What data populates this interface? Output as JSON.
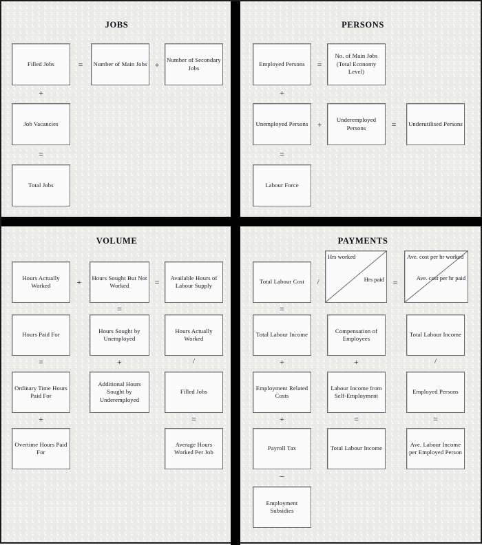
{
  "figure": {
    "background_color": "#ebece8",
    "box_fill": "#fbfbfb",
    "box_border": "#6e6e72",
    "divider_color": "#000000"
  },
  "quadrants": {
    "jobs": {
      "title": "JOBS",
      "boxes": {
        "filled_jobs": "Filled Jobs",
        "number_of_main_jobs": "Number of Main Jobs",
        "number_of_secondary_jobs": "Number of Secondary Jobs",
        "job_vacancies": "Job Vacancies",
        "total_jobs": "Total Jobs"
      },
      "operators": {
        "eq_1": "=",
        "plus_1": "+",
        "plus_col": "+",
        "eq_col": "="
      }
    },
    "persons": {
      "title": "PERSONS",
      "boxes": {
        "employed_persons": "Employed Persons",
        "no_of_main_jobs_total_economy": "No. of Main Jobs (Total Economy Level)",
        "unemployed_persons": "Unemployed Persons",
        "underemployed_persons": "Underemployed Persons",
        "underutilised_persons": "Underutilised Persons",
        "labour_force": "Labour Force"
      },
      "operators": {
        "eq_1": "=",
        "plus_col": "+",
        "plus_2": "+",
        "eq_2": "=",
        "eq_col": "="
      }
    },
    "volume": {
      "title": "VOLUME",
      "boxes": {
        "hours_actually_worked": "Hours Actually Worked",
        "hours_sought_but_not_worked": "Hours Sought But Not Worked",
        "available_hours_of_labour_supply": "Available Hours of Labour Supply",
        "hours_paid_for": "Hours Paid For",
        "hours_sought_by_unemployed": "Hours Sought by Unemployed",
        "hours_actually_worked_2": "Hours Actually Worked",
        "ordinary_time_hours_paid_for": "Ordinary Time Hours Paid For",
        "additional_hours_sought_by_underemployed": "Additional Hours Sought by Underemployed",
        "filled_jobs": "Filled Jobs",
        "overtime_hours_paid_for": "Overtime Hours Paid For",
        "average_hours_worked_per_job": "Average Hours Worked Per Job"
      },
      "operators": {
        "plus_r1": "+",
        "eq_r1": "=",
        "eq_c1a": "=",
        "plus_c1b": "+",
        "eq_c2a": "=",
        "plus_c2b": "+",
        "slash_c3a": "/",
        "eq_c3b": "="
      }
    },
    "payments": {
      "title": "PAYMENTS",
      "boxes": {
        "total_labour_cost": "Total Labour Cost",
        "hrs_ratio": {
          "top": "Hrs worked",
          "bottom": "Hrs paid"
        },
        "ave_cost_ratio": {
          "top": "Ave. cost per hr worked",
          "bottom": "Ave. cost per hr paid"
        },
        "total_labour_income_1": "Total Labour Income",
        "compensation_of_employees": "Compensation of Employees",
        "total_labour_income_2": "Total Labour Income",
        "employment_related_costs": "Employment Related Costs",
        "labour_income_from_self_employment": "Labour Income from Self-Employment",
        "employed_persons": "Employed Persons",
        "payroll_tax": "Payroll Tax",
        "total_labour_income_3": "Total Labour Income",
        "ave_labour_income_per_employed_person": "Ave. Labour Income per Employed Person",
        "employment_subsidies": "Employment Subsidies"
      },
      "operators": {
        "slash_r1": "/",
        "eq_r1": "=",
        "eq_c1a": "=",
        "plus_c1b": "+",
        "plus_c1c": "+",
        "minus_c1d": "–",
        "plus_c2a": "+",
        "eq_c2b": "=",
        "slash_c3a": "/",
        "eq_c3b": "="
      }
    }
  }
}
